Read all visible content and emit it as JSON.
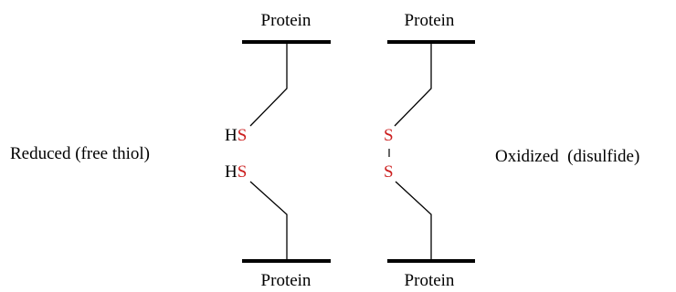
{
  "protein_label": "Protein",
  "reduced": {
    "state_label": "Reduced (free thiol)",
    "top_group": {
      "h": "H",
      "s": "S"
    },
    "bottom_group": {
      "h": "H",
      "s": "S"
    }
  },
  "oxidized": {
    "state_label": "Oxidized  (disulfide)",
    "top_atom": "S",
    "bottom_atom": "S"
  },
  "colors": {
    "sulfur": "#cc1f1f",
    "hydrogen": "#000000",
    "line": "#000000"
  }
}
